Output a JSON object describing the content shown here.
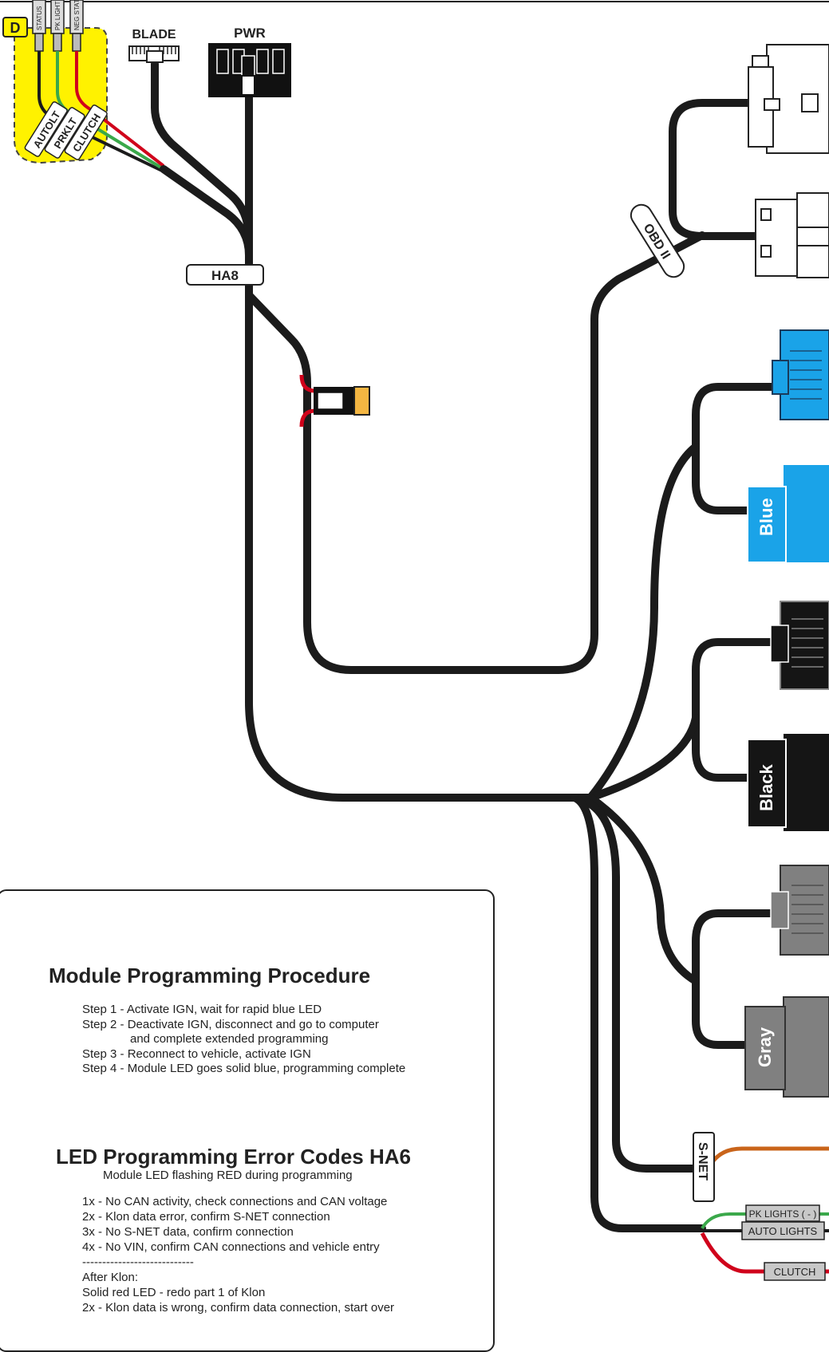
{
  "labels": {
    "badge_d": "D",
    "pin_status": "STATUS",
    "pin_pk_light": "PK LIGHT",
    "pin_neg_stat": "NEG STAT",
    "wire_autolt": "AUTOLT",
    "wire_prklt": "PRKLT",
    "wire_clutch": "CLUTCH",
    "blade": "BLADE",
    "pwr": "PWR",
    "harness": "HA8",
    "obd": "OBD II",
    "blue": "Blue",
    "black": "Black",
    "gray": "Gray",
    "snet": "S-NET",
    "pk_lights": "PK LIGHTS ( - )",
    "auto_lights": "AUTO LIGHTS",
    "clutch": "CLUTCH"
  },
  "procedure": {
    "title": "Module Programming Procedure",
    "steps": [
      "Step 1 - Activate IGN, wait for rapid blue LED",
      "Step 2 - Deactivate IGN, disconnect and go to computer",
      "and complete extended programming",
      "Step 3 - Reconnect to vehicle, activate IGN",
      "Step 4 - Module LED goes solid blue, programming complete"
    ]
  },
  "errors": {
    "title": "LED Programming Error Codes HA6",
    "subtitle": "Module LED flashing RED during programming",
    "codes": [
      "1x - No CAN activity, check connections and CAN voltage",
      "2x - Klon data error, confirm S-NET connection",
      "3x - No S-NET data, confirm connection",
      "4x - No VIN, confirm CAN connections and vehicle entry"
    ],
    "divider": "----------------------------",
    "after_title": "After Klon:",
    "after": [
      "Solid red LED - redo part 1 of Klon",
      "2x - Klon data is wrong, confirm data connection, start over"
    ]
  },
  "colors": {
    "wire": "#1b1b1b",
    "highlight": "#fff200",
    "blue_connector": "#1aa3e8",
    "black_connector": "#151515",
    "gray_connector": "#808080",
    "red_wire": "#d0021b",
    "green_wire": "#3aa84a",
    "orange_wire": "#c9641a"
  }
}
